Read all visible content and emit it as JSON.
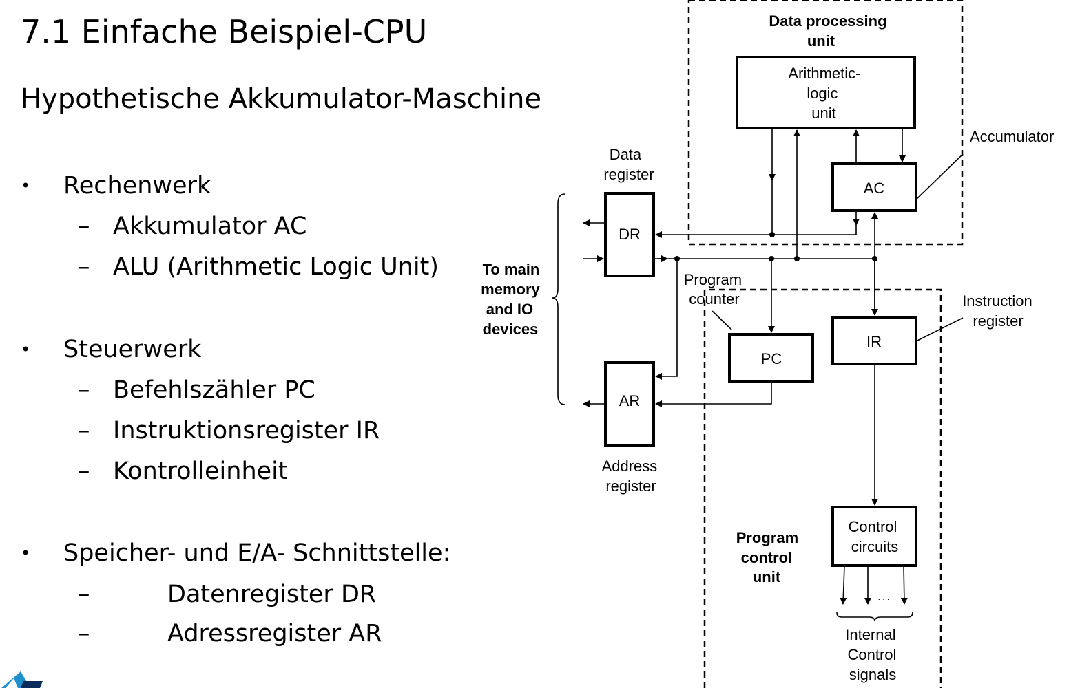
{
  "slide": {
    "title": "7.1 Einfache Beispiel-CPU",
    "subtitle": "Hypothetische Akkumulator-Maschine"
  },
  "bullets": [
    {
      "label": "Rechenwerk",
      "children": [
        "Akkumulator AC",
        "ALU (Arithmetic Logic Unit)"
      ]
    },
    {
      "label": "Steuerwerk",
      "children": [
        "Befehlszähler PC",
        "Instruktionsregister IR",
        "Kontrolleinheit"
      ]
    },
    {
      "label": "Speicher- und E/A- Schnittstelle:",
      "children": [
        "Datenregister DR",
        "Adressregister AR"
      ]
    }
  ],
  "bullet_symbol": "•",
  "dash_symbol": "–",
  "diagram": {
    "data_processing_unit": [
      "Data processing",
      "unit"
    ],
    "alu": [
      "Arithmetic-",
      "logic",
      "unit"
    ],
    "accumulator_label": "Accumulator",
    "ac": "AC",
    "data_register_label": [
      "Data",
      "register"
    ],
    "dr": "DR",
    "to_main_memory": [
      "To main",
      "memory",
      "and IO",
      "devices"
    ],
    "program_counter_label": [
      "Program",
      "counter"
    ],
    "pc": "PC",
    "ir": "IR",
    "instruction_register_label": [
      "Instruction",
      "register"
    ],
    "ar": "AR",
    "address_register_label": [
      "Address",
      "register"
    ],
    "program_control_unit": [
      "Program",
      "control",
      "unit"
    ],
    "control_circuits": [
      "Control",
      "circuits"
    ],
    "ellipsis": ". . .",
    "internal_control_signals": [
      "Internal",
      "Control",
      "signals"
    ]
  },
  "colors": {
    "text": "#000000",
    "background": "#ffffff",
    "logo": "#1e90d0"
  }
}
